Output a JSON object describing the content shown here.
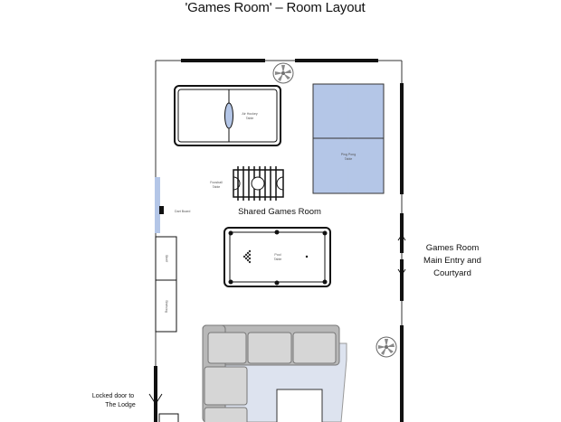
{
  "title": "'Games Room' – Room Layout",
  "labels": {
    "shared_room": "Shared Games Room",
    "entry_line1": "Games Room",
    "entry_line2": "Main Entry and",
    "entry_line3": "Courtyard",
    "locked_line1": "Locked door to",
    "locked_line2": "The Lodge",
    "air_hockey_line1": "Air Hockey",
    "air_hockey_line2": "Table",
    "ping_pong_line1": "Ping Pong",
    "ping_pong_line2": "Table",
    "foosball_line1": "Foosball",
    "foosball_line2": "Table",
    "dart_board": "Dart Board",
    "pool_line1": "Pool",
    "pool_line2": "Table",
    "shelf_upper": "Shelf",
    "shelf_lower": "Shelving"
  },
  "colors": {
    "wall": "#111111",
    "blue_fill": "#b4c6e7",
    "sofa": "#c8c8c8",
    "rug": "#dde3ef"
  },
  "icons": {
    "ceiling_fan": "ceiling-fan-icon",
    "door_arrow": "door-arrow-icon"
  }
}
